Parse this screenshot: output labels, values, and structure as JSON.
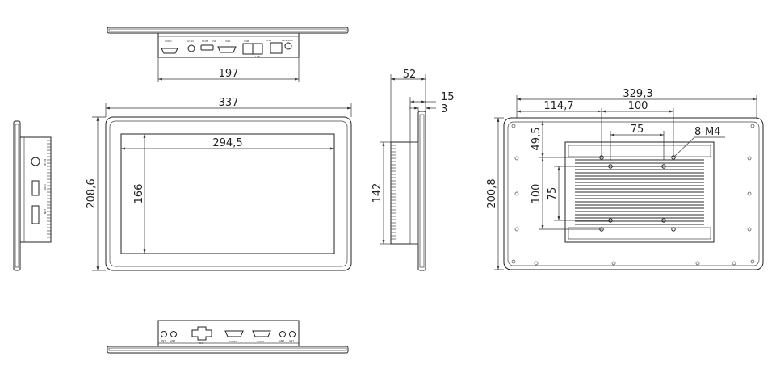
{
  "dimensions": {
    "top_connector_width": "197",
    "front_width": "337",
    "front_height": "208,6",
    "screen_width": "294,5",
    "screen_height": "166",
    "side_depth": "52",
    "bezel_depth": "15",
    "glass_depth": "3",
    "side_height": "142",
    "rear_width": "329,3",
    "rear_height": "200,8",
    "hole_offset_x": "114,7",
    "vesa_100_h": "100",
    "vesa_75_h": "75",
    "vesa_100_v": "100",
    "vesa_75_v": "75",
    "hole_offset_y": "49,5",
    "screws": "8-M4"
  },
  "port_labels": {
    "top": [
      "COM1",
      "DC-IN",
      "HDMI",
      "USB",
      "VGA",
      "USB",
      "LAN",
      "USB",
      "PWR/LED"
    ],
    "bottom": [
      "ANT",
      "ANT",
      "DIO",
      "COM2",
      "COM3",
      "ANT",
      "ANT"
    ],
    "left": [
      "DC-IN",
      "COM",
      "LAN"
    ]
  }
}
